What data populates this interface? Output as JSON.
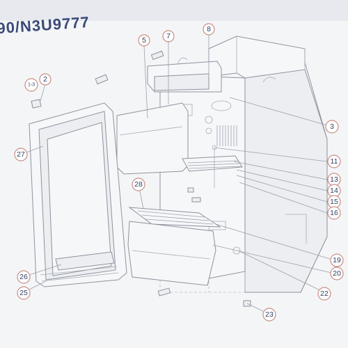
{
  "header": {
    "model_text": "90/N3U9777"
  },
  "callouts": [
    {
      "id": "c-1-3",
      "label": "1-3"
    },
    {
      "id": "c-2",
      "label": "2"
    },
    {
      "id": "c-3",
      "label": "3"
    },
    {
      "id": "c-5",
      "label": "5"
    },
    {
      "id": "c-7",
      "label": "7"
    },
    {
      "id": "c-8",
      "label": "8"
    },
    {
      "id": "c-11",
      "label": "11"
    },
    {
      "id": "c-13",
      "label": "13"
    },
    {
      "id": "c-14",
      "label": "14"
    },
    {
      "id": "c-15",
      "label": "15"
    },
    {
      "id": "c-16",
      "label": "16"
    },
    {
      "id": "c-19",
      "label": "19"
    },
    {
      "id": "c-20",
      "label": "20"
    },
    {
      "id": "c-22",
      "label": "22"
    },
    {
      "id": "c-23",
      "label": "23"
    },
    {
      "id": "c-25",
      "label": "25"
    },
    {
      "id": "c-26",
      "label": "26"
    },
    {
      "id": "c-27",
      "label": "27"
    },
    {
      "id": "c-28",
      "label": "28"
    }
  ]
}
